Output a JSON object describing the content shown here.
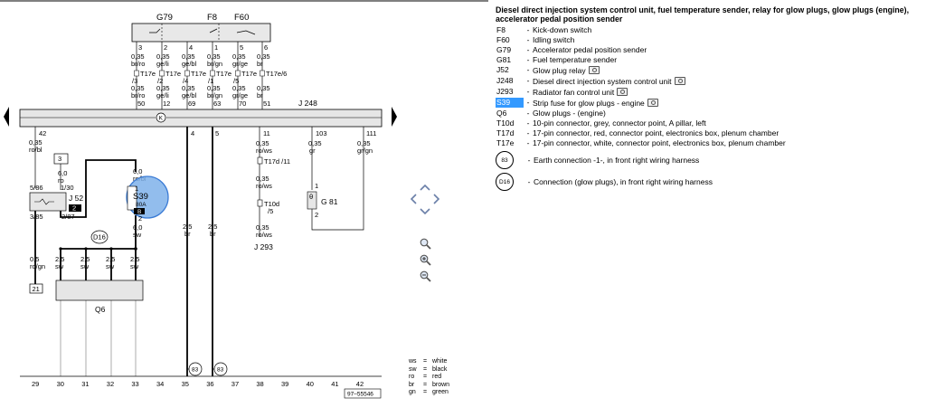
{
  "legend": {
    "title": "Diesel direct injection system control unit, fuel temperature sender, relay for glow plugs, glow plugs (engine), accelerator pedal position sender",
    "items": [
      {
        "code": "F8",
        "desc": "Kick-down switch",
        "camera": false
      },
      {
        "code": "F60",
        "desc": "Idling switch",
        "camera": false
      },
      {
        "code": "G79",
        "desc": "Accelerator pedal position sender",
        "camera": false
      },
      {
        "code": "G81",
        "desc": "Fuel temperature sender",
        "camera": false
      },
      {
        "code": "J52",
        "desc": "Glow plug relay",
        "camera": true
      },
      {
        "code": "J248",
        "desc": "Diesel direct injection system control unit",
        "camera": true
      },
      {
        "code": "J293",
        "desc": "Radiator fan control unit",
        "camera": true
      },
      {
        "code": "S39",
        "desc": "Strip fuse for glow plugs - engine",
        "camera": true,
        "selected": true
      },
      {
        "code": "Q6",
        "desc": "Glow plugs - (engine)",
        "camera": false
      },
      {
        "code": "T10d",
        "desc": "10-pin connector, grey, connector point, A pillar, left",
        "camera": false
      },
      {
        "code": "T17d",
        "desc": "17-pin connector, red, connector point, electronics box, plenum chamber",
        "camera": false
      },
      {
        "code": "T17e",
        "desc": "17-pin connector, white, connector point, electronics box, plenum chamber",
        "camera": false
      }
    ],
    "circles": [
      {
        "code": "83",
        "desc": "Earth connection -1-, in front right wiring harness"
      },
      {
        "code": "D16",
        "desc": "Connection (glow plugs), in front right wiring harness"
      }
    ]
  },
  "color_key": [
    {
      "abbr": "ws",
      "name": "white"
    },
    {
      "abbr": "sw",
      "name": "black"
    },
    {
      "abbr": "ro",
      "name": "red"
    },
    {
      "abbr": "br",
      "name": "brown"
    },
    {
      "abbr": "gn",
      "name": "green"
    }
  ],
  "navigation": {
    "icons": [
      "pan-up-icon",
      "pan-left-icon",
      "pan-right-icon",
      "pan-down-icon",
      "zoom-fit-icon",
      "zoom-in-icon",
      "zoom-out-icon"
    ]
  },
  "diagram": {
    "top_component_labels": [
      "G79",
      "F8",
      "F60"
    ],
    "top_pins": [
      "3",
      "2",
      "4",
      "1",
      "5",
      "6"
    ],
    "top_wires": [
      [
        "0,35",
        "br/ro"
      ],
      [
        "0,35",
        "ge/li"
      ],
      [
        "0,35",
        "ge/bl"
      ],
      [
        "0,35",
        "br/gn"
      ],
      [
        "0,35",
        "gr/ge"
      ],
      [
        "0,35",
        "br"
      ]
    ],
    "top_connectors": [
      [
        "T17e",
        "/3"
      ],
      [
        "T17e",
        "/2"
      ],
      [
        "T17e",
        "/4"
      ],
      [
        "T17e",
        "/1"
      ],
      [
        "T17e",
        "/5"
      ],
      [
        "T17e/6",
        ""
      ]
    ],
    "bottom_wires": [
      [
        "0,35",
        "br/ro"
      ],
      [
        "0,35",
        "ge/li"
      ],
      [
        "0,35",
        "ge/bl"
      ],
      [
        "0,35",
        "br/gn"
      ],
      [
        "0,35",
        "gr/ge"
      ],
      [
        "0,35",
        "br"
      ]
    ],
    "j248_pins": [
      "50",
      "12",
      "69",
      "63",
      "70",
      "51"
    ],
    "j248_label": "J 248",
    "k_label": "K",
    "lower_pins": [
      "42",
      "4",
      "5",
      "11",
      "103",
      "111"
    ],
    "left_wire": [
      "0,35",
      "ro/bl"
    ],
    "j52": {
      "label": "J 52",
      "box_num": "3",
      "pin_a": "5/86",
      "pin_b": "1/30",
      "pin_c": "3/85",
      "pin_d": "2/87",
      "badge": "2",
      "wire_a": [
        "6,0",
        "ro"
      ],
      "wire_b": [
        "6,0",
        "ro/bl"
      ]
    },
    "s39": {
      "label": "S39",
      "rating": "80A",
      "badge": "B",
      "pin_top": "1",
      "pin_bot": "2",
      "wire": [
        "6,0",
        "sw"
      ]
    },
    "d16": "D16",
    "glow_wires": [
      [
        "0,5",
        "ro/gn"
      ],
      [
        "2,5",
        "sw"
      ],
      [
        "2,5",
        "sw"
      ],
      [
        "2,5",
        "sw"
      ],
      [
        "2,5",
        "sw"
      ]
    ],
    "box21": "21",
    "q6": "Q6",
    "brown_wires": [
      [
        "2,5",
        "br"
      ],
      [
        "2,5",
        "br"
      ]
    ],
    "mid_wires": [
      [
        "0,35",
        "ro/ws"
      ],
      [
        "0,35",
        "ro/ws"
      ],
      [
        "0,35",
        "ro/ws"
      ]
    ],
    "t17d11": "T17d /11",
    "t10d": [
      "T10d",
      "/5"
    ],
    "j293": "J 293",
    "g81": {
      "label": "G 81",
      "pin1": "1",
      "pin2": "2",
      "sym": "θ"
    },
    "right_wires": [
      [
        "0,35",
        "gr"
      ],
      [
        "0,35",
        "gr/gn"
      ]
    ],
    "earth": [
      "83",
      "83"
    ],
    "bottom_numbers": [
      "29",
      "30",
      "31",
      "32",
      "33",
      "34",
      "35",
      "36",
      "37",
      "38",
      "39",
      "40",
      "41",
      "42"
    ],
    "ref": "97–55546"
  }
}
